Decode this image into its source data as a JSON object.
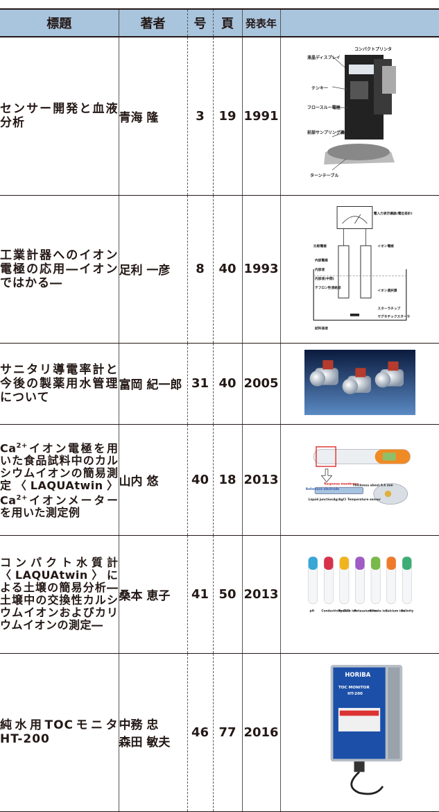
{
  "table": {
    "headers": {
      "title": "標題",
      "author": "著者",
      "issue": "号",
      "page": "頁",
      "year": "発表年",
      "figure": ""
    },
    "rows": [
      {
        "title": "センサー開発と血液分析",
        "authors": [
          "青海 隆"
        ],
        "issue": "3",
        "page": "19",
        "year": "1991",
        "figure_icon": "blood-analyzer-illustration",
        "figure_labels": [
          "コンパクトプリンタ",
          "液晶ディスプレイ",
          "テンキー",
          "フロースルー電極",
          "前部サンプリング機構",
          "ターンテーブル"
        ]
      },
      {
        "title": "工業計器へのイオン電極の応用―イオンではかる―",
        "authors": [
          "足利 一彦"
        ],
        "issue": "8",
        "page": "40",
        "year": "1993",
        "figure_icon": "ion-electrode-setup-diagram",
        "figure_labels": [
          "電入力表示機器(電位差計)",
          "比較電極",
          "イオン電極",
          "内部電極",
          "内部液",
          "内部液(中間)",
          "テフロン性液絡部",
          "イオン選択膜",
          "スターラチップ",
          "マグネチックスターラ",
          "試料溶液"
        ]
      },
      {
        "title": "サニタリ導電率計と今後の製薬用水管理について",
        "authors": [
          "富岡 紀一郎"
        ],
        "issue": "31",
        "page": "40",
        "year": "2005",
        "figure_icon": "sanitary-conductivity-sensors-photo"
      },
      {
        "title_parts": [
          "Ca",
          "2+",
          "イオン電極を用いた食品試料中のカルシウムイオンの簡易測定〈LAQUAtwin〉Ca",
          "2+",
          "イオンメーターを用いた測定例"
        ],
        "authors": [
          "山内 悠"
        ],
        "issue": "40",
        "page": "18",
        "year": "2013",
        "figure_icon": "laquatwin-meter-diagram",
        "figure_labels": [
          "Response membrane",
          "Reference electrode",
          "Thickness about 0.6 mm",
          "Liquid junction",
          "Ag/AgCl",
          "Temperature sensor"
        ]
      },
      {
        "title": "コンパクト水質計〈LAQUAtwin〉による土壌の簡易分析―土壌中の交換性カルシウムイオンおよびカリウムイオンの測定―",
        "authors": [
          "桑本 恵子"
        ],
        "issue": "41",
        "page": "50",
        "year": "2013",
        "figure_icon": "laquatwin-meter-lineup-photo",
        "figure_labels": [
          "pH",
          "Conductivity (EC)",
          "Sodium ion",
          "Potassium ion",
          "Nitrate ion",
          "Calcium ion",
          "Salinity"
        ]
      },
      {
        "title": "純水用TOCモニタ　HT-200",
        "authors": [
          "中務 忠",
          "森田 敏夫"
        ],
        "issue": "46",
        "page": "77",
        "year": "2016",
        "figure_icon": "toc-monitor-photo",
        "figure_labels": [
          "HORIBA",
          "TOC MONITOR",
          "HT-200"
        ]
      }
    ]
  }
}
